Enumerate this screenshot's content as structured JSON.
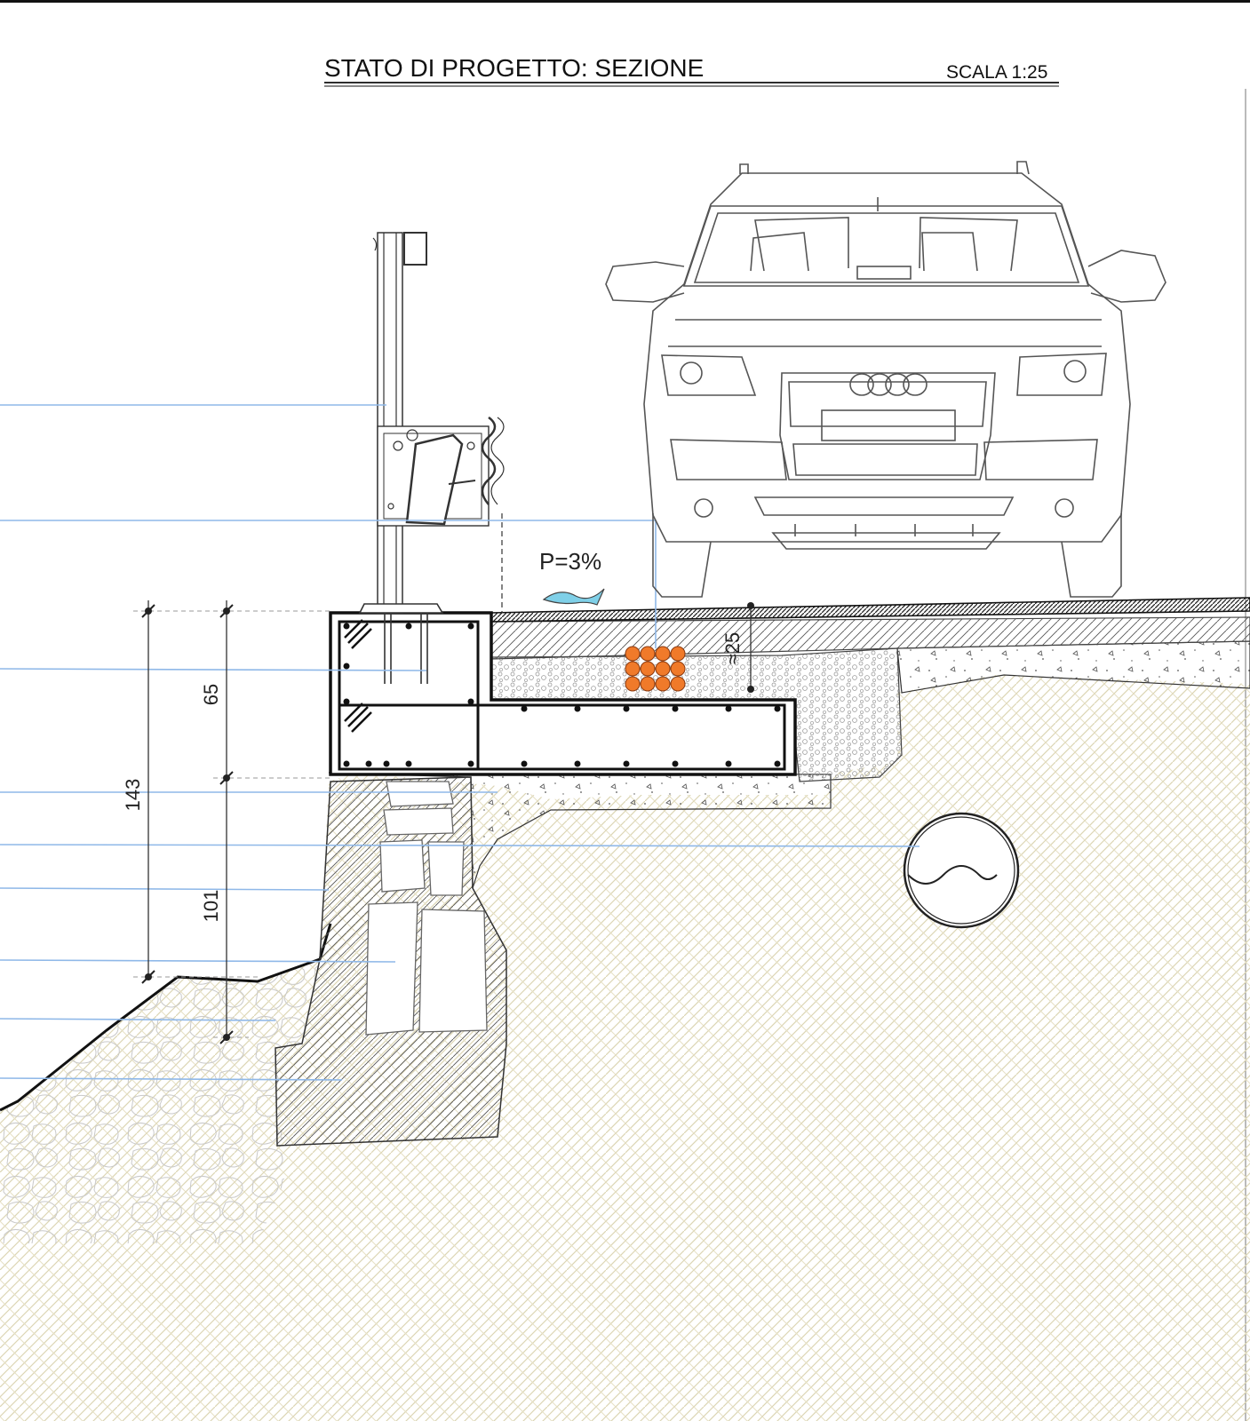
{
  "drawing": {
    "title": "STATO DI PROGETTO: SEZIONE",
    "scale": "SCALA 1:25",
    "slope_label": "P=3%",
    "dimensions": {
      "total_height": "143",
      "upper_height": "65",
      "lower_height": "101",
      "pavement_depth": "≈25"
    }
  },
  "colors": {
    "leader": "#8fb8e8",
    "soil_hatch": "#d9d2b0",
    "conduit": "#f07a2a",
    "structure": "#111111"
  }
}
